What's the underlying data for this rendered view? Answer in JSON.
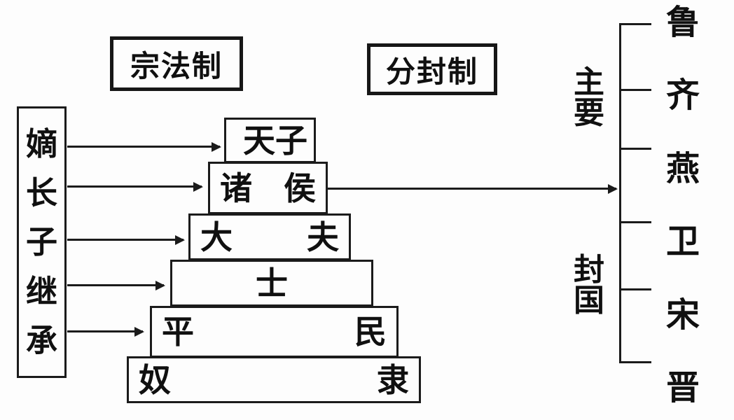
{
  "diagram": {
    "title_boxes": [
      {
        "id": "zongfa",
        "text": "宗法制"
      },
      {
        "id": "fengfeng",
        "text": "分封制"
      }
    ],
    "left_caption": {
      "name": "嫡长子继承",
      "chars": [
        "嫡",
        "长",
        "子",
        "继",
        "承"
      ]
    },
    "pyramid": {
      "tiers": [
        {
          "id": "tianzi",
          "label": "天子",
          "chars": [
            "天",
            "子"
          ],
          "align": "tight"
        },
        {
          "id": "zhuhou",
          "label": "诸侯",
          "chars": [
            "诸",
            "侯"
          ],
          "align": "spread"
        },
        {
          "id": "dafu",
          "label": "大夫",
          "chars": [
            "大",
            "夫"
          ],
          "align": "spread"
        },
        {
          "id": "shi",
          "label": "士",
          "chars": [
            "士"
          ],
          "align": "center"
        },
        {
          "id": "pingmin",
          "label": "平民",
          "chars": [
            "平",
            "民"
          ],
          "align": "spread"
        },
        {
          "id": "nuli",
          "label": "奴隶",
          "chars": [
            "奴",
            "隶"
          ],
          "align": "spread"
        }
      ]
    },
    "arrows": {
      "inheritance_count": 5,
      "enfeoffment_label": "诸侯 → 主要封国"
    },
    "right_caption": {
      "full": "主要封国",
      "top_part": [
        "主",
        "要"
      ],
      "bottom_part": [
        "封",
        "国"
      ]
    },
    "states": {
      "heading": "主要封国",
      "items": [
        "鲁",
        "齐",
        "燕",
        "卫",
        "宋",
        "晋"
      ]
    },
    "colors": {
      "ink": "#1b1b1b",
      "paper": "#fdfdfd"
    }
  }
}
